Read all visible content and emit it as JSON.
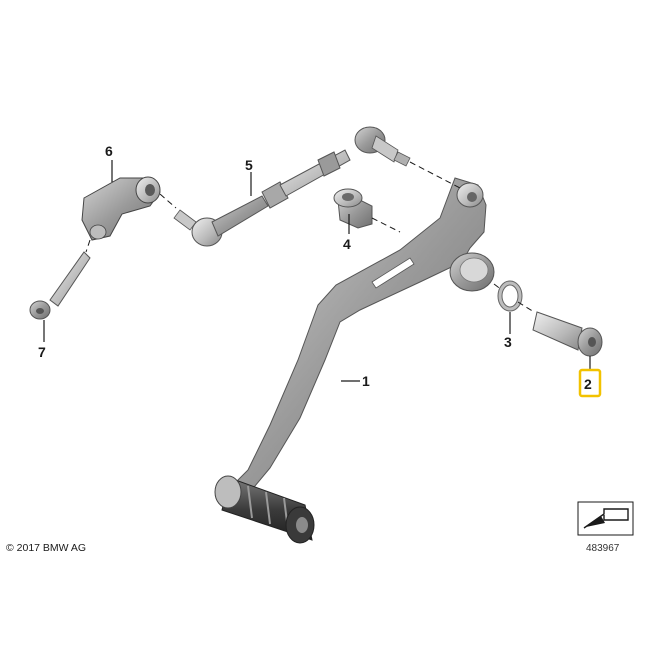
{
  "callouts": {
    "p1": "1",
    "p2": "2",
    "p3": "3",
    "p4": "4",
    "p5": "5",
    "p6": "6",
    "p7": "7"
  },
  "highlight_color": "#f2c200",
  "copyright": "© 2017 BMW AG",
  "reference_number": "483967",
  "icons": {
    "nav": "arrow-into-box-icon"
  }
}
